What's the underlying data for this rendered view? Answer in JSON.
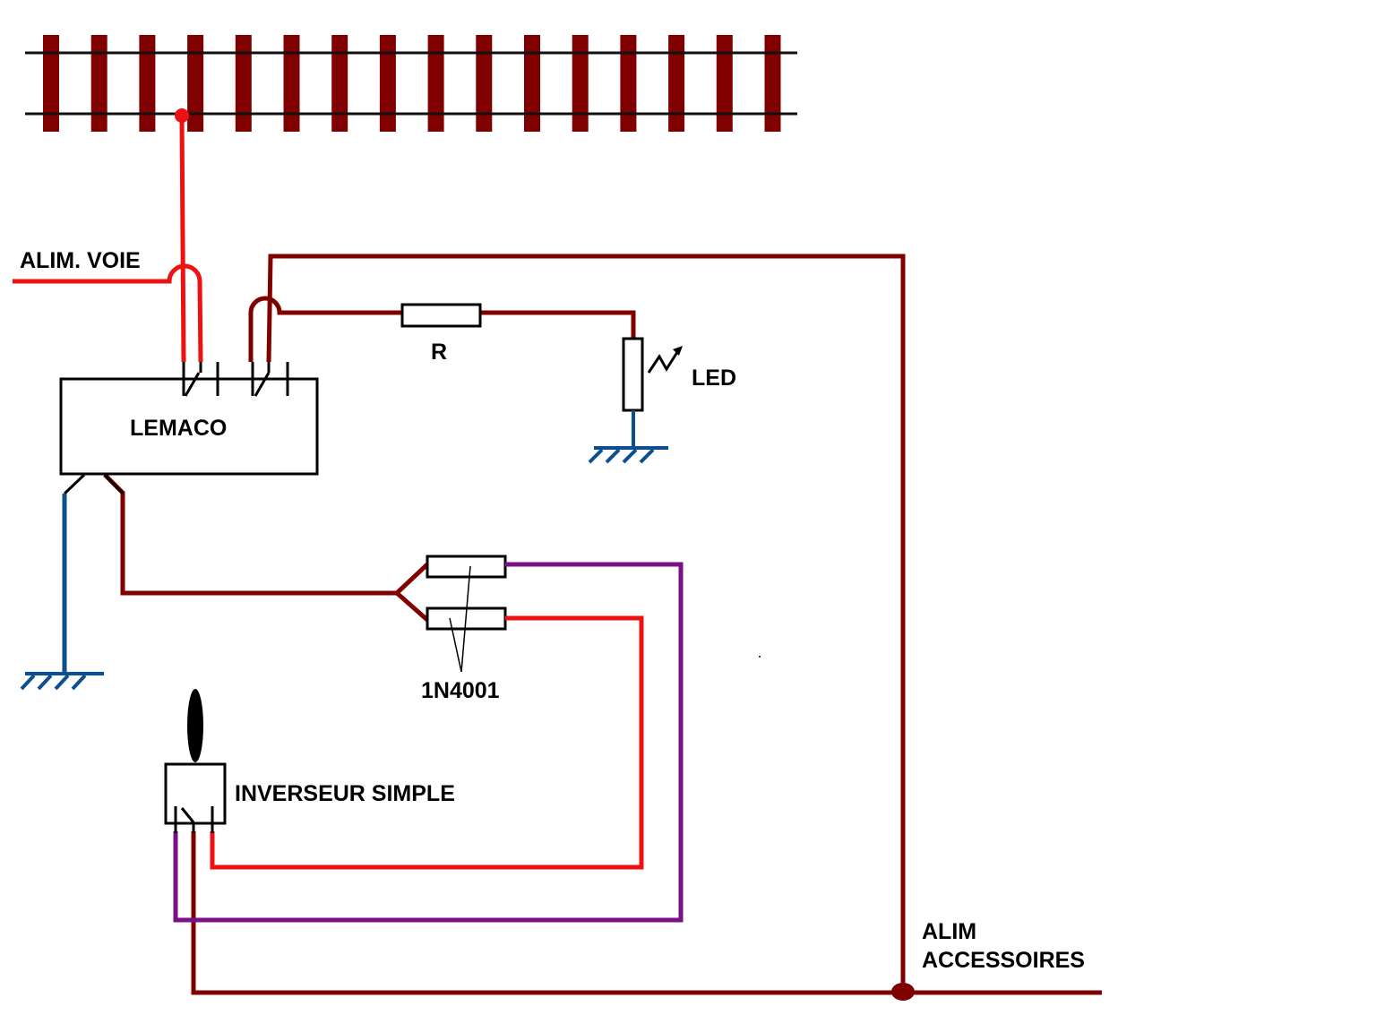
{
  "labels": {
    "alim_voie": "ALIM. VOIE",
    "lemaco": "LEMACO",
    "resistor": "R",
    "led": "LED",
    "diodes": "1N4001",
    "switch": "INVERSEUR SIMPLE",
    "alim_accessoires_line1": "ALIM",
    "alim_accessoires_line2": "ACCESSOIRES"
  },
  "colors": {
    "rail": "#111111",
    "sleeper": "#800000",
    "track_feed_wire": "#ee1111",
    "accessory_wire": "#800000",
    "ground_wire": "#0b4f8f",
    "purple_wire": "#7a0f86",
    "background": "#ffffff"
  },
  "components": [
    {
      "name": "track",
      "icon": "railway-track"
    },
    {
      "name": "lemaco",
      "icon": "relay-module"
    },
    {
      "name": "resistor",
      "icon": "resistor-symbol"
    },
    {
      "name": "led",
      "icon": "led-symbol"
    },
    {
      "name": "diodes",
      "icon": "diode-pair"
    },
    {
      "name": "switch",
      "icon": "toggle-switch"
    },
    {
      "name": "ground",
      "icon": "ground-symbol"
    }
  ]
}
